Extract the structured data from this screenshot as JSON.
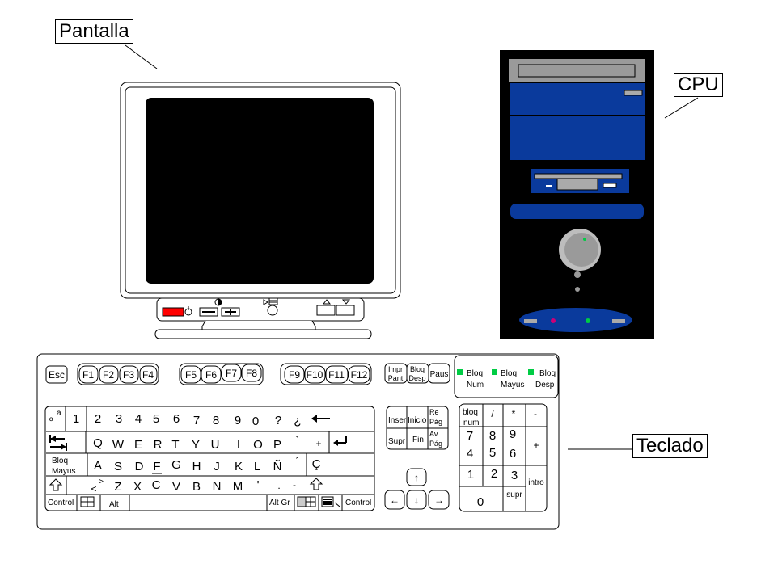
{
  "labels": {
    "monitor": "Pantalla",
    "cpu": "CPU",
    "keyboard": "Teclado"
  },
  "colors": {
    "screen": "#000000",
    "cpu_body": "#000000",
    "cpu_bays": "#0a3a9c",
    "power_button": "#ff0000",
    "led_green": "#00cc44",
    "led_magenta": "#cc0077"
  },
  "keyboard": {
    "esc": "Esc",
    "f": [
      "F1",
      "F2",
      "F3",
      "F4",
      "F5",
      "F6",
      "F7",
      "F8",
      "F9",
      "F10",
      "F11",
      "F12"
    ],
    "impr": [
      "Impr",
      "Pant"
    ],
    "bloq_desp_key": [
      "Bloq",
      "Desp"
    ],
    "paus": "Paus",
    "leds": [
      {
        "top": "Bloq",
        "bottom": "Num"
      },
      {
        "top": "Bloq",
        "bottom": "Mayus"
      },
      {
        "top": "Bloq",
        "bottom": "Desp"
      }
    ],
    "row1_top": [
      "a",
      "",
      "",
      "",
      "",
      "",
      "",
      "",
      "",
      "",
      "",
      "",
      ""
    ],
    "row1": [
      "1",
      "2",
      "3",
      "4",
      "5",
      "6",
      "7",
      "8",
      "9",
      "0",
      "?",
      "¿"
    ],
    "row1_first": "º",
    "row2": [
      "Q",
      "W",
      "E",
      "R",
      "T",
      "Y",
      "U",
      "I",
      "O",
      "P",
      "`",
      "+"
    ],
    "row3": [
      "A",
      "S",
      "D",
      "F",
      "G",
      "H",
      "J",
      "K",
      "L",
      "Ñ",
      "´",
      "Ç"
    ],
    "bloq_mayus": [
      "Bloq",
      "Mayus"
    ],
    "row4": [
      "<",
      ">",
      "Z",
      "X",
      "C",
      "V",
      "B",
      "N",
      "M",
      "'",
      ".",
      "-"
    ],
    "control": "Control",
    "alt": "Alt",
    "alt_gr": "Alt Gr",
    "nav": {
      "inser": "Inser",
      "inicio": "Inicio",
      "re_pag": [
        "Re",
        "Pág"
      ],
      "supr": "Supr",
      "fin": "Fin",
      "av_pag": [
        "Av",
        "Pág"
      ]
    },
    "arrows": [
      "↑",
      "←",
      "↓",
      "→"
    ],
    "numpad": {
      "bloq_num": [
        "bloq",
        "num"
      ],
      "row1": [
        "/",
        "*",
        "-"
      ],
      "row2": [
        "7",
        "8",
        "9"
      ],
      "plus": "+",
      "row3": [
        "4",
        "5",
        "6"
      ],
      "row4": [
        "1",
        "2",
        "3"
      ],
      "zero": "0",
      "supr": "supr",
      "intro": "intro"
    }
  }
}
